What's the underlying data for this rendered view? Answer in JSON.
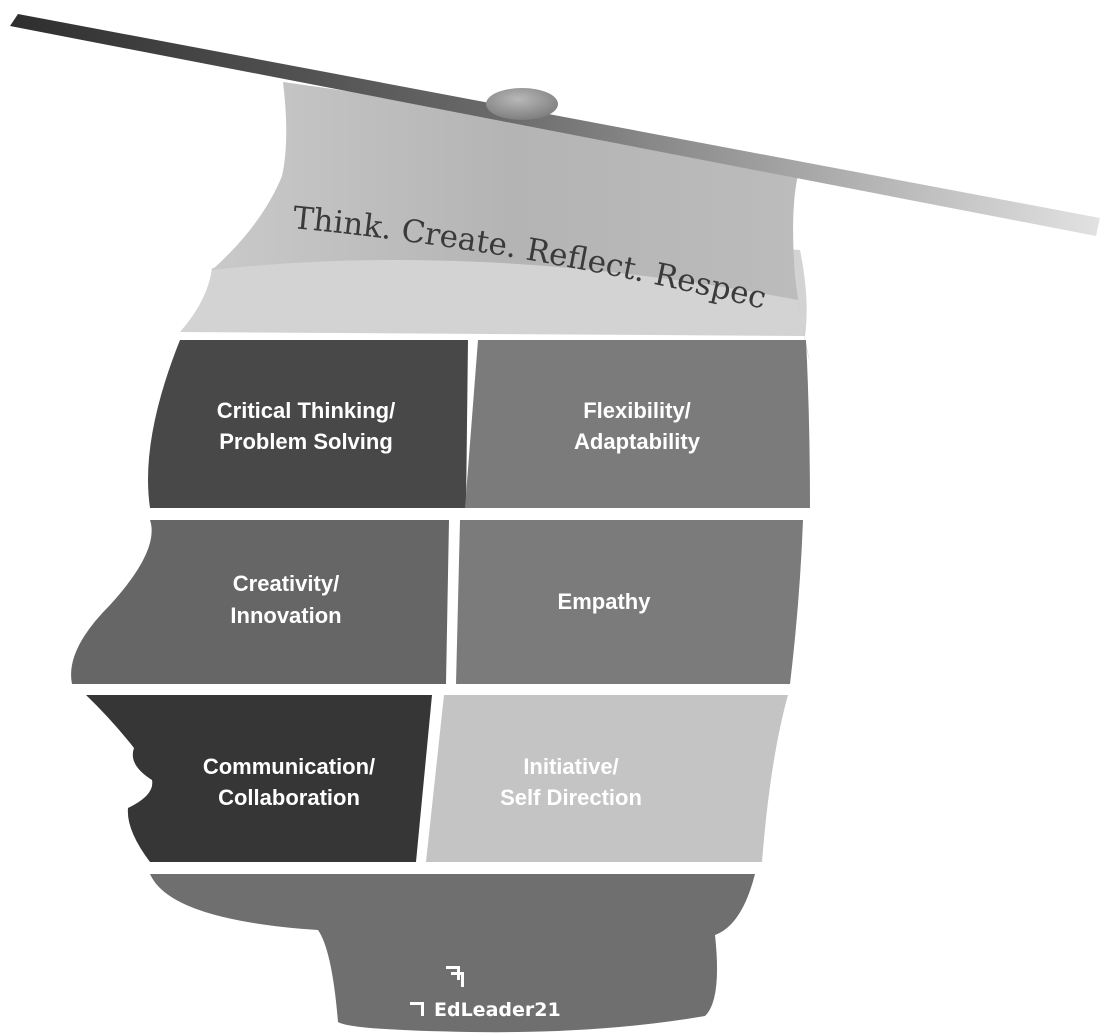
{
  "motto": {
    "words": [
      "Think.",
      "Create.",
      "Reflect.",
      "Respect."
    ]
  },
  "segments": [
    {
      "id": "critical-thinking",
      "lines": [
        "Critical Thinking/",
        "Problem Solving"
      ],
      "color": "#484848"
    },
    {
      "id": "flexibility",
      "lines": [
        "Flexibility/",
        "Adaptability"
      ],
      "color": "#7b7b7b"
    },
    {
      "id": "creativity",
      "lines": [
        "Creativity/",
        "Innovation"
      ],
      "color": "#666666"
    },
    {
      "id": "empathy",
      "lines": [
        "Empathy"
      ],
      "color": "#7b7b7b"
    },
    {
      "id": "communication",
      "lines": [
        "Communication/",
        "Collaboration"
      ],
      "color": "#363636"
    },
    {
      "id": "initiative",
      "lines": [
        "Initiative/",
        "Self Direction"
      ],
      "color": "#c4c4c4"
    }
  ],
  "logo": {
    "text": "EdLeader21"
  },
  "colors": {
    "cap_band": "#bdbdbd",
    "cap_top": "#d7d7d7",
    "chin": "#6f6f6f"
  }
}
